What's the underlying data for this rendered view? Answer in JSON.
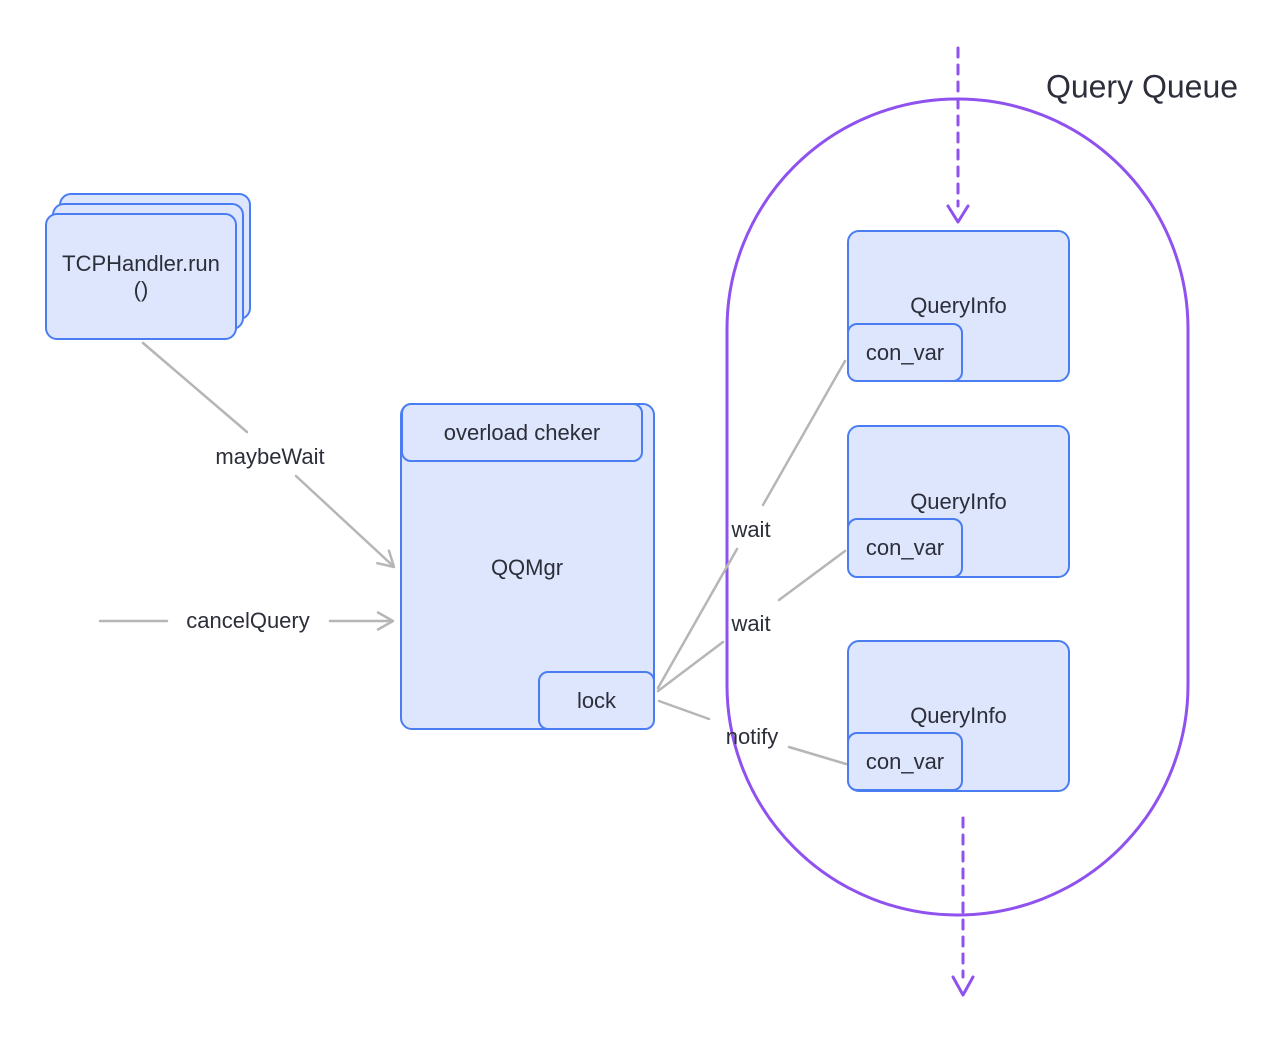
{
  "diagram": {
    "title": "Query Queue",
    "tcp_handler": {
      "line1": "TCPHandler.run",
      "line2": "()"
    },
    "qqmgr": {
      "label": "QQMgr",
      "overload_checker": "overload cheker",
      "lock": "lock"
    },
    "queue": {
      "items": [
        {
          "label": "QueryInfo",
          "condvar": "con_var"
        },
        {
          "label": "QueryInfo",
          "condvar": "con_var"
        },
        {
          "label": "QueryInfo",
          "condvar": "con_var"
        }
      ]
    },
    "edges": {
      "maybe_wait": "maybeWait",
      "cancel_query": "cancelQuery",
      "wait_1": "wait",
      "wait_2": "wait",
      "notify": "notify"
    },
    "colors": {
      "node_border": "#4a7df2",
      "node_fill": "#dde6fc",
      "queue_boundary": "#8f52ef",
      "edge_gray": "#b6b6b6",
      "text": "#2c2e3a"
    }
  }
}
